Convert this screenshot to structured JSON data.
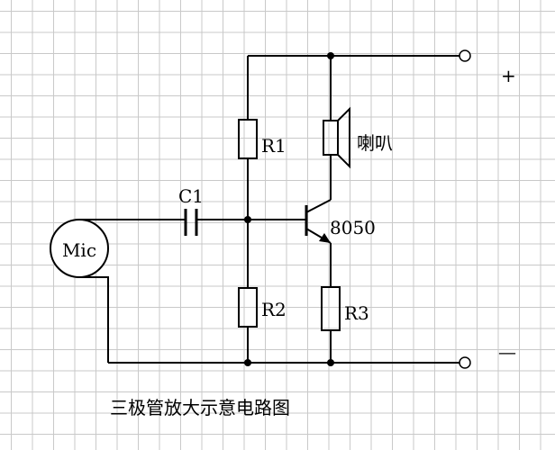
{
  "labels": {
    "r1": "R1",
    "r2": "R2",
    "r3": "R3",
    "c1": "C1",
    "mic": "Mic",
    "speaker": "喇叭",
    "transistor": "8050",
    "plus": "+",
    "minus": "—"
  },
  "caption": "三极管放大示意电路图"
}
